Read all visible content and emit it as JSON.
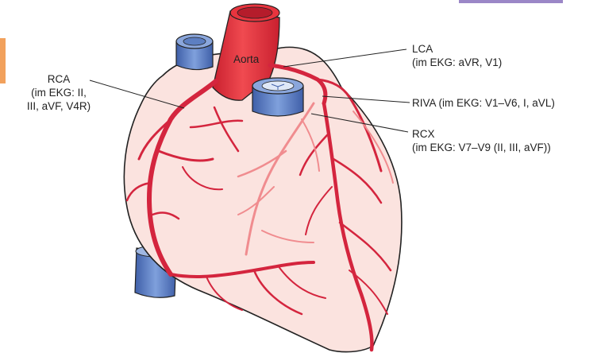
{
  "decor": {
    "colors": {
      "heart_fill": "#fbe3df",
      "artery": "#d4253e",
      "artery_light": "#f08c8f",
      "vessel_blue": "#5d82c9",
      "aorta_red": "#e8343e",
      "left_tab": "#f2a15c",
      "top_tab": "#9b87c7"
    }
  },
  "labels": {
    "aorta": "Aorta",
    "rca": {
      "line1": "RCA",
      "line2": "(im EKG: II,",
      "line3": "III, aVF, V4R)"
    },
    "lca": {
      "line1": "LCA",
      "line2": "(im EKG: aVR, V1)"
    },
    "riva": "RIVA (im EKG: V1–V6, I, aVL)",
    "rcx": {
      "line1": "RCX",
      "line2": "(im EKG: V7–V9 (II, III, aVF))"
    }
  }
}
